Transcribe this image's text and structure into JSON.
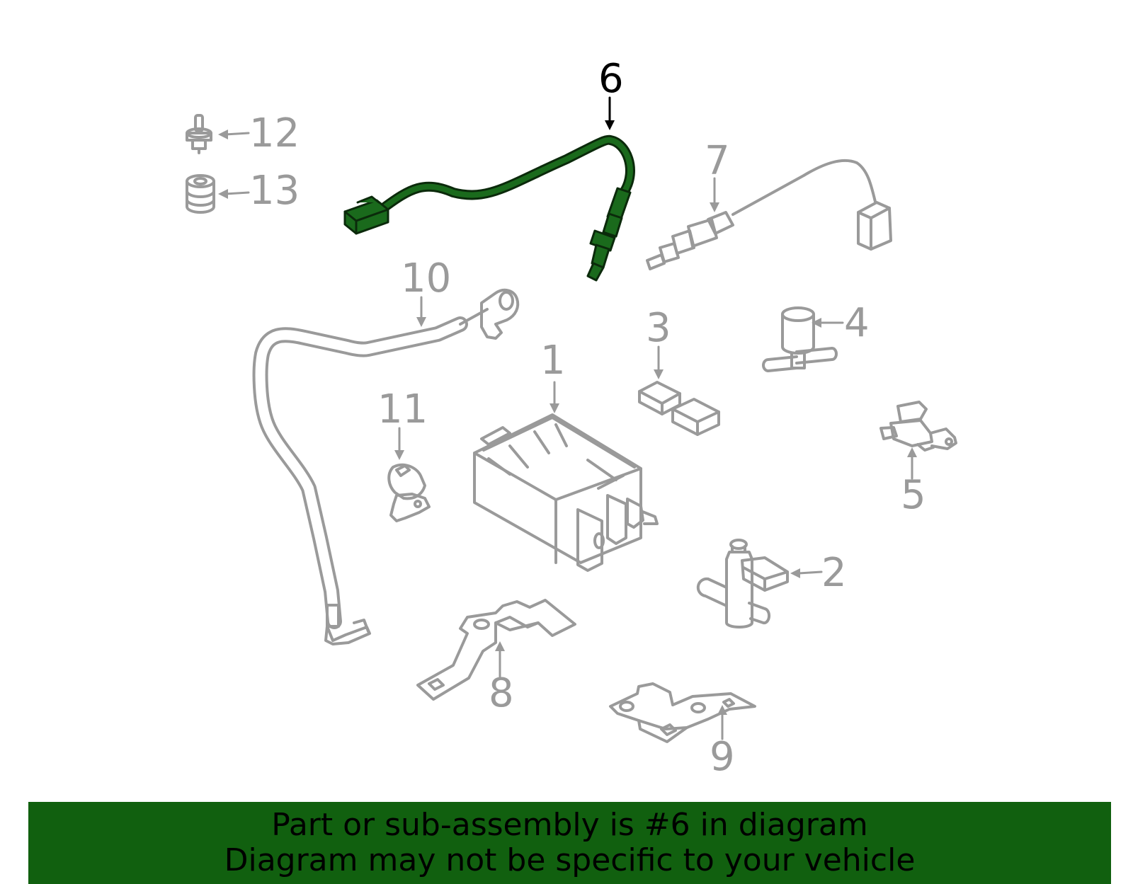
{
  "colors": {
    "part_stroke": "#9a9a9a",
    "highlight_fill": "#1a6a1c",
    "highlight_outline": "#0b2a0b",
    "label_default": "#9a9a9a",
    "label_highlight": "#000000",
    "banner_bg": "#11600f",
    "banner_text": "#000000"
  },
  "diagram": {
    "highlighted_part": "6",
    "callouts": [
      {
        "id": "1",
        "label": "1"
      },
      {
        "id": "2",
        "label": "2"
      },
      {
        "id": "3",
        "label": "3"
      },
      {
        "id": "4",
        "label": "4"
      },
      {
        "id": "5",
        "label": "5"
      },
      {
        "id": "6",
        "label": "6"
      },
      {
        "id": "7",
        "label": "7"
      },
      {
        "id": "8",
        "label": "8"
      },
      {
        "id": "9",
        "label": "9"
      },
      {
        "id": "10",
        "label": "10"
      },
      {
        "id": "11",
        "label": "11"
      },
      {
        "id": "12",
        "label": "12"
      },
      {
        "id": "13",
        "label": "13"
      }
    ]
  },
  "banner": {
    "line1": "Part or sub-assembly is #6 in diagram",
    "line2": "Diagram may not be specific to your vehicle"
  }
}
